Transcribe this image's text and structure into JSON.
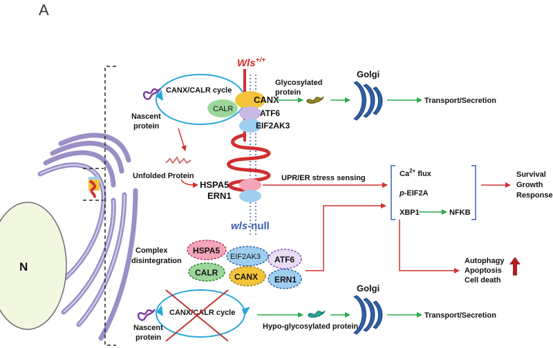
{
  "panel_label": "A",
  "nucleus_label": "N",
  "wt_label": "Wls",
  "wt_superscript": "+/+",
  "null_label_italic": "wls",
  "null_label_rest": "-null",
  "top": {
    "cycle_label": "CANX/CALR cycle",
    "nascent_line1": "Nascent",
    "nascent_line2": "protein",
    "calr": "CALR",
    "canx": "CANX",
    "atf6": "ATF6",
    "eif2ak3": "EIF2AK3",
    "glyco_line1": "Glycosylated",
    "glyco_line2": "protein",
    "golgi": "Golgi",
    "transport": "Transport/Secretion"
  },
  "middle": {
    "unfolded": "Unfolded Protein",
    "hspa5": "HSPA5",
    "ern1": "ERN1",
    "upr": "UPR/ER stress sensing",
    "ca_flux_base": "Ca",
    "ca_flux_sup": "2+",
    "ca_flux_rest": " flux",
    "peif_italic": "p",
    "peif_rest": "-EIF2A",
    "xbp1": "XBP1",
    "nfkb": "NFKB",
    "outcome_line1": "Survival",
    "outcome_line2": "Growth",
    "outcome_line3": "Response"
  },
  "complex": {
    "label_line1": "Complex",
    "label_line2": "disintegration",
    "hspa5": "HSPA5",
    "eif2ak3": "EIF2AK3",
    "atf6": "ATF6",
    "calr": "CALR",
    "canx": "CANX",
    "ern1": "ERN1",
    "death_line1": "Autophagy",
    "death_line2": "Apoptosis",
    "death_line3": "Cell death"
  },
  "bottom": {
    "cycle_label": "CANX/CALR cycle",
    "nascent_line1": "Nascent",
    "nascent_line2": "protein",
    "golgi": "Golgi",
    "hypo": "Hypo-glycosylated protein",
    "transport": "Transport/Secretion"
  },
  "colors": {
    "red": "#d03030",
    "green": "#2aa84a",
    "cycle_blue": "#29a8d8",
    "golgi_blue": "#2f5fa8",
    "er_purple": "#9b8fc6",
    "hspa5_pink": "#f4a6b8",
    "calr_green": "#9bd79b",
    "canx_yellow": "#f3c43a",
    "atf6_lavender": "#c9b8e6",
    "sky_blue": "#9fcff0"
  }
}
